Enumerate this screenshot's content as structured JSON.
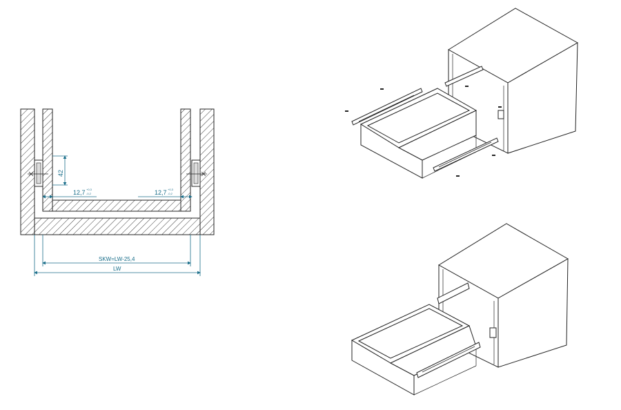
{
  "section_view": {
    "height_label": "42",
    "left_gap_label": "12,7",
    "left_gap_tol_upper": "+0,3",
    "left_gap_tol_lower": "-0,2",
    "right_gap_label": "12,7",
    "right_gap_tol_upper": "+0,3",
    "right_gap_tol_lower": "-0,2",
    "inner_width_label": "SKW=LW-25,4",
    "outer_width_label": "LW"
  },
  "colors": {
    "dimension": "#1a6e8a",
    "outline": "#222222",
    "background": "#ffffff"
  }
}
